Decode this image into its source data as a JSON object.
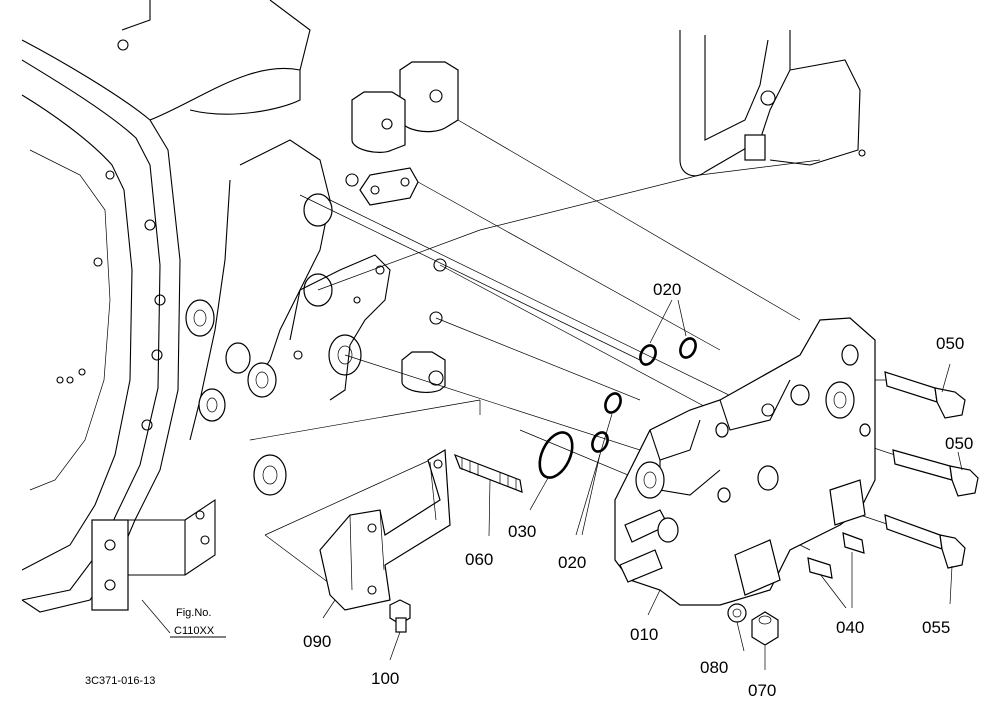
{
  "callouts": {
    "c010": "010",
    "c020_top": "020",
    "c020_bottom": "020",
    "c030": "030",
    "c040": "040",
    "c050_a": "050",
    "c050_b": "050",
    "c055": "055",
    "c060": "060",
    "c070": "070",
    "c080": "080",
    "c090": "090",
    "c100": "100"
  },
  "figure_reference": {
    "label": "Fig.No.",
    "number": "C110XX"
  },
  "drawing_code": "3C371-016-13"
}
